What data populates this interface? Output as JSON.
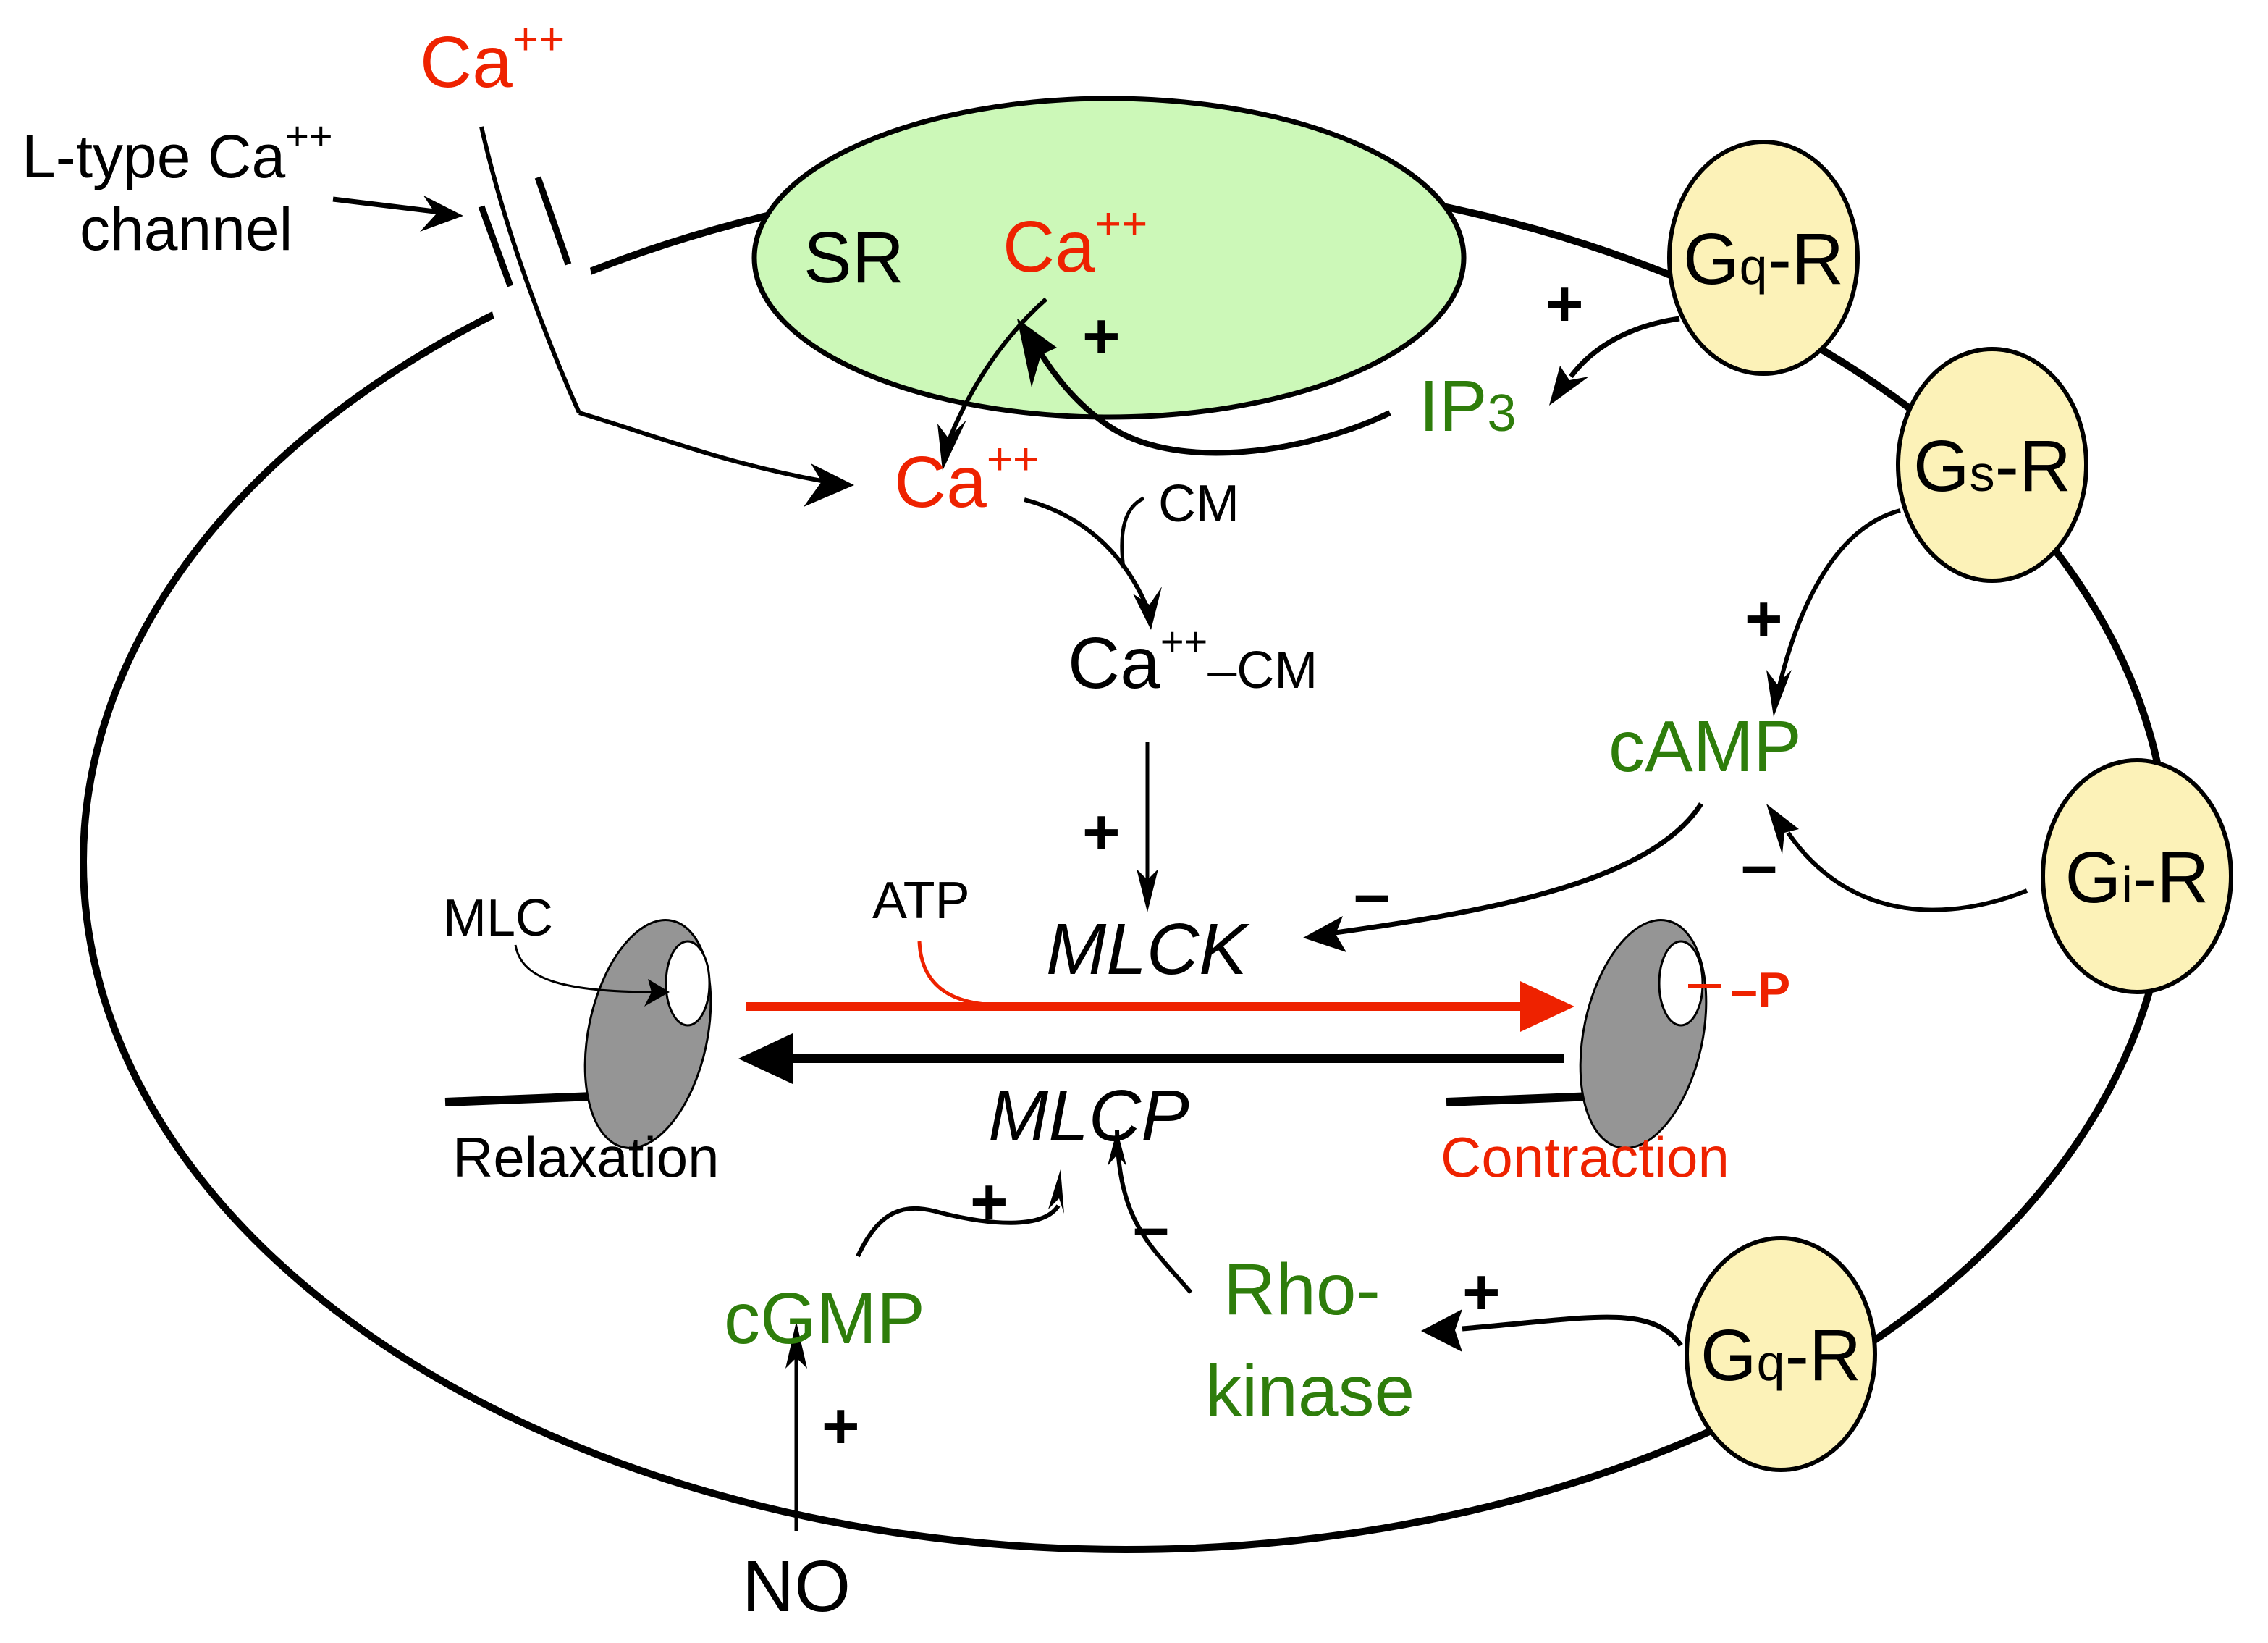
{
  "colors": {
    "calcium": "#ee2200",
    "second_messenger": "#2e7d0b",
    "sr_fill": "#ccf8b8",
    "receptor_fill": "#fcf2b8",
    "mlc_body": "#959595",
    "contraction_arrow": "#ee2200"
  },
  "labels": {
    "ca_extracellular": {
      "base": "Ca",
      "sup": "++"
    },
    "l_type_channel": {
      "line1_base": "L-type Ca",
      "line1_sup": "++",
      "line2": "channel"
    },
    "sr": "SR",
    "ca_sr": {
      "base": "Ca",
      "sup": "++"
    },
    "ca_cytosol": {
      "base": "Ca",
      "sup": "++"
    },
    "cm": "CM",
    "ca_cm": {
      "base": "Ca",
      "sup": "++",
      "suffix": "–CM"
    },
    "ip3": {
      "base": "IP",
      "sub": "3"
    },
    "camp": "cAMP",
    "mlck": "MLCK",
    "mlcp": "MLCP",
    "atp": "ATP",
    "mlc": "MLC",
    "phosphate": "–P",
    "relaxation": "Relaxation",
    "contraction": "Contraction",
    "cgmp": "cGMP",
    "rho_kinase_line1": "Rho-",
    "rho_kinase_line2": "kinase",
    "no": "NO"
  },
  "receptors": [
    {
      "id": "gq-top",
      "g": "G",
      "sub": "q",
      "suffix": "-R"
    },
    {
      "id": "gs",
      "g": "G",
      "sub": "s",
      "suffix": "-R"
    },
    {
      "id": "gi",
      "g": "G",
      "sub": "i",
      "suffix": "-R"
    },
    {
      "id": "gq-bottom",
      "g": "G",
      "sub": "q",
      "suffix": "-R"
    }
  ],
  "signs": {
    "gq_to_ip3": "+",
    "ip3_to_sr": "+",
    "gs_to_camp": "+",
    "gi_to_camp": "–",
    "camp_to_mlck": "–",
    "cacm_to_mlck": "+",
    "cgmp_to_mlcp": "+",
    "rho_to_mlcp": "–",
    "gq_to_rho": "+",
    "no_to_cgmp": "+"
  }
}
